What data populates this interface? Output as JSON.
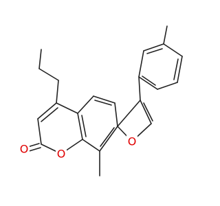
{
  "molecule": {
    "atoms": {
      "carbonyl_o": {
        "label": "O",
        "color": "#e00000"
      },
      "ring_o": {
        "label": "O",
        "color": "#e00000"
      },
      "furan_o": {
        "label": "O",
        "color": "#e00000"
      }
    }
  },
  "colors": {
    "bond": "#222222",
    "oxygen": "#e00000"
  }
}
